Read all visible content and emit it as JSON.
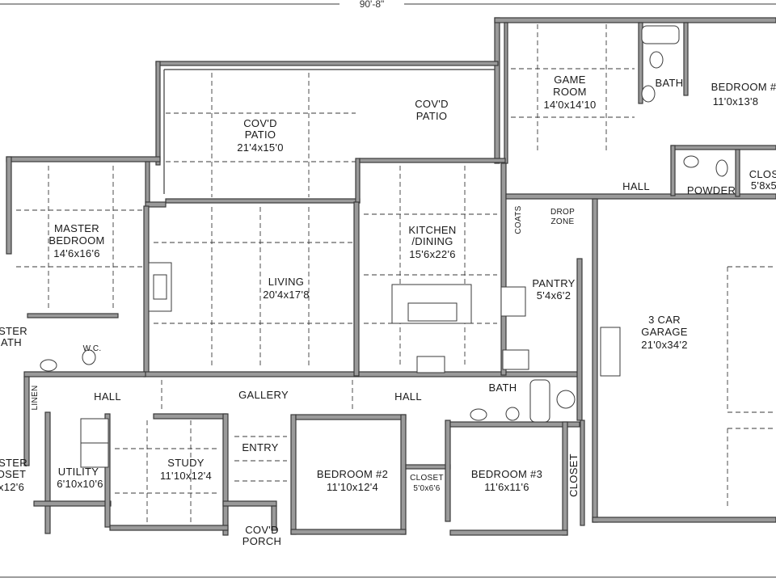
{
  "overall_dimension": "90'-8\"",
  "rooms": [
    {
      "id": "bedroom4",
      "name": "BEDROOM #",
      "size": "11'0x13'8"
    },
    {
      "id": "bath_upper",
      "name": "BATH",
      "size": ""
    },
    {
      "id": "game_room",
      "name": "GAME ROOM",
      "size": "14'0x14'10"
    },
    {
      "id": "covd_patio_right",
      "name": "COV'D PATIO",
      "size": ""
    },
    {
      "id": "covd_patio_left",
      "name": "COV'D PATIO",
      "size": "21'4x15'0"
    },
    {
      "id": "hall_upper",
      "name": "HALL",
      "size": ""
    },
    {
      "id": "powder",
      "name": "POWDER",
      "size": ""
    },
    {
      "id": "closet_upper",
      "name": "CLOS",
      "size": "5'8x5"
    },
    {
      "id": "coats",
      "name": "COATS",
      "size": ""
    },
    {
      "id": "drop_zone",
      "name": "DROP ZONE",
      "size": ""
    },
    {
      "id": "master_bedroom",
      "name": "MASTER BEDROOM",
      "size": "14'6x16'6"
    },
    {
      "id": "kitchen_dining",
      "name": "KITCHEN /DINING",
      "size": "15'6x22'6"
    },
    {
      "id": "living",
      "name": "LIVING",
      "size": "20'4x17'8"
    },
    {
      "id": "pantry",
      "name": "PANTRY",
      "size": "5'4x6'2"
    },
    {
      "id": "garage",
      "name": "3 CAR GARAGE",
      "size": "21'0x34'2"
    },
    {
      "id": "master_bath",
      "name": "STER ATH",
      "size": ""
    },
    {
      "id": "wc",
      "name": "W.C.",
      "size": ""
    },
    {
      "id": "linen",
      "name": "LINEN",
      "size": ""
    },
    {
      "id": "hall_left",
      "name": "HALL",
      "size": ""
    },
    {
      "id": "gallery",
      "name": "GALLERY",
      "size": ""
    },
    {
      "id": "hall_mid",
      "name": "HALL",
      "size": ""
    },
    {
      "id": "bath_lower",
      "name": "BATH",
      "size": ""
    },
    {
      "id": "entry",
      "name": "ENTRY",
      "size": ""
    },
    {
      "id": "study",
      "name": "STUDY",
      "size": "11'10x12'4"
    },
    {
      "id": "utility",
      "name": "UTILITY",
      "size": "6'10x10'6"
    },
    {
      "id": "master_closet",
      "name": "STER OSET",
      "size": "x12'6"
    },
    {
      "id": "bedroom2",
      "name": "BEDROOM #2",
      "size": "11'10x12'4"
    },
    {
      "id": "closet_b2",
      "name": "CLOSET",
      "size": "5'0x6'6"
    },
    {
      "id": "bedroom3",
      "name": "BEDROOM #3",
      "size": "11'6x11'6"
    },
    {
      "id": "closet_b3",
      "name": "CLOSET",
      "size": ""
    },
    {
      "id": "covd_porch",
      "name": "COV'D PORCH",
      "size": ""
    }
  ]
}
